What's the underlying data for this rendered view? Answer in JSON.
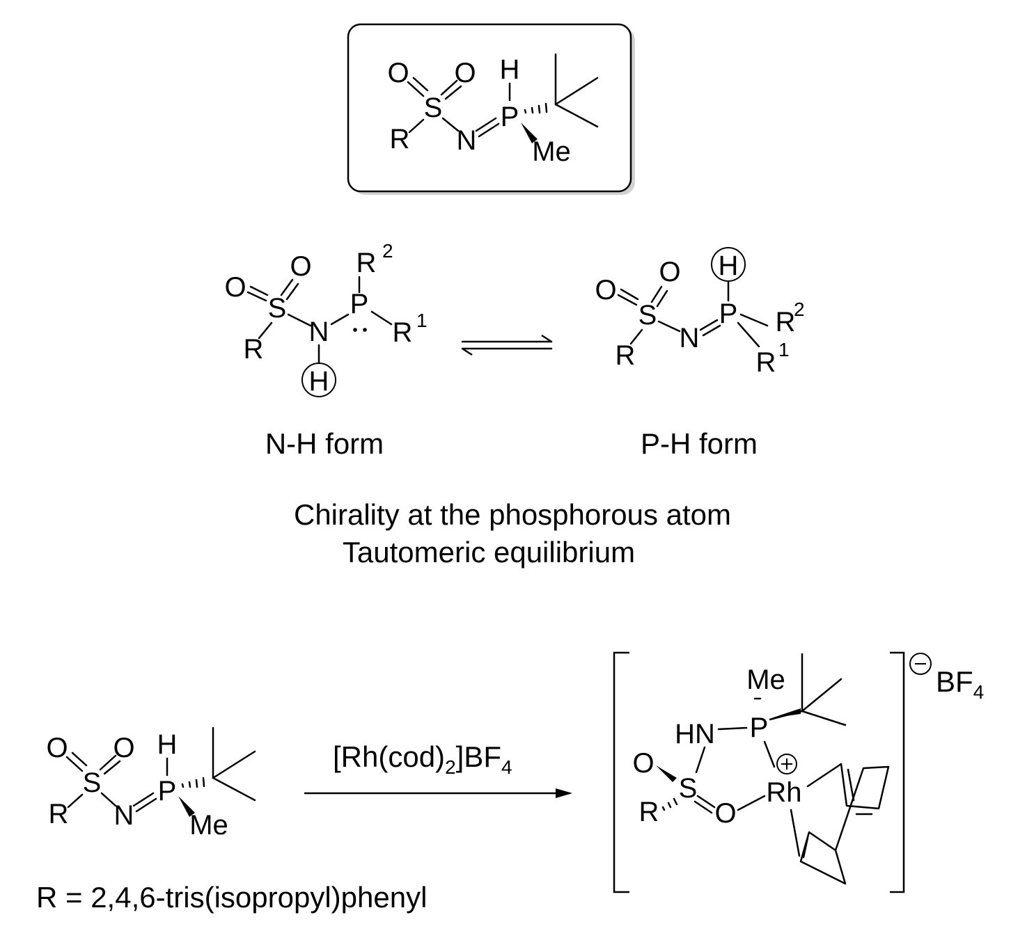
{
  "atoms": {
    "O": "O",
    "S": "S",
    "N": "N",
    "P": "P",
    "H": "H",
    "R": "R",
    "Me": "Me",
    "HN": "HN",
    "Rh": "Rh",
    "R1": "1",
    "R2": "2",
    "plus": "+",
    "minus": "−",
    "BF": "BF",
    "four": "4"
  },
  "labels": {
    "nh_form": "N-H form",
    "ph_form": "P-H form",
    "chirality": "Chirality at the phosphorous atom",
    "tautomeric": "Tautomeric  equilibrium",
    "r_definition": "R = 2,4,6-tris(isopropyl)phenyl"
  },
  "reagent": {
    "prefix": "[Rh(cod)",
    "sub": "2",
    "suffix": "]BF",
    "sub2": "4"
  }
}
